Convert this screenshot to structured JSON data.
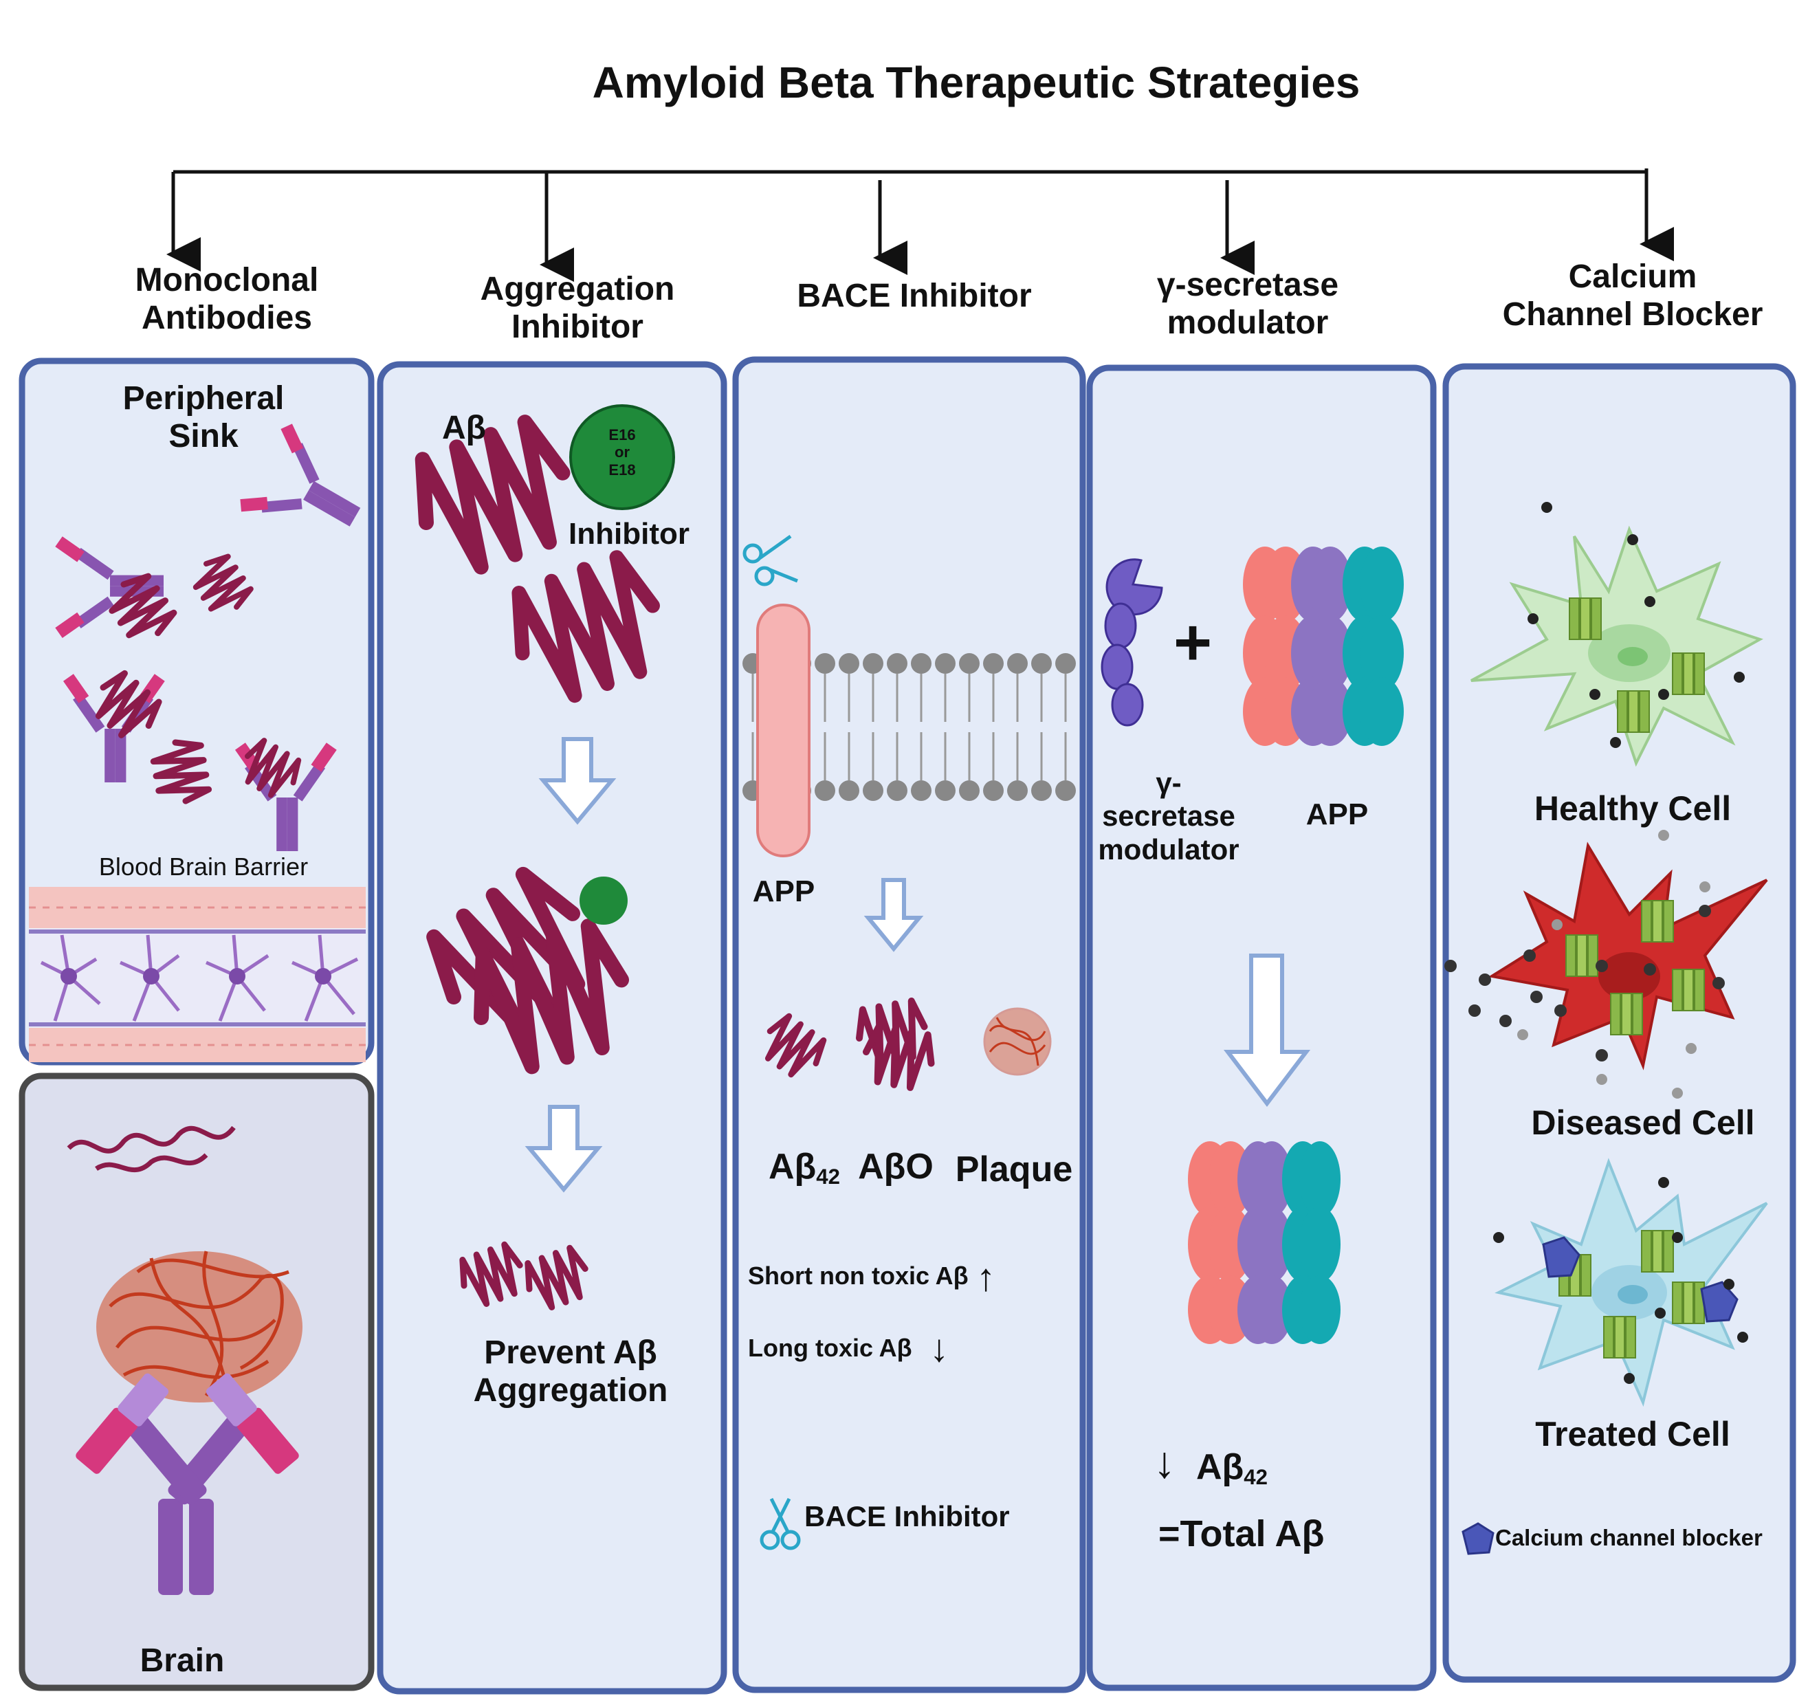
{
  "title": "Amyloid Beta Therapeutic Strategies",
  "strategies": [
    {
      "heading_1": "Monoclonal",
      "heading_2": "Antibodies"
    },
    {
      "heading_1": "Aggregation",
      "heading_2": "Inhibitor"
    },
    {
      "heading_1": "BACE Inhibitor",
      "heading_2": ""
    },
    {
      "heading_1": "γ-secretase",
      "heading_2": "modulator"
    },
    {
      "heading_1": "Calcium",
      "heading_2": "Channel Blocker"
    }
  ],
  "monoclonal": {
    "sink_1": "Peripheral",
    "sink_2": "Sink",
    "bbb": "Blood Brain Barrier",
    "brain": "Brain"
  },
  "aggregation": {
    "abeta": "Aβ",
    "inhibitor_tag_1": "E16",
    "inhibitor_tag_2": "or",
    "inhibitor_tag_3": "E18",
    "inhibitor": "Inhibitor",
    "result_1": "Prevent Aβ",
    "result_2": "Aggregation"
  },
  "bace": {
    "app": "APP",
    "ab42": "Aβ",
    "ab42_sub": "42",
    "abo": "AβO",
    "plaque": "Plaque",
    "short": "Short non toxic Aβ",
    "long": "Long toxic Aβ",
    "legend": "BACE Inhibitor"
  },
  "gamma": {
    "plus": "+",
    "mod_1": "γ-",
    "mod_2": "secretase",
    "mod_3": "modulator",
    "app": "APP",
    "ab42": "Aβ",
    "ab42_sub": "42",
    "total": "=Total Aβ"
  },
  "calcium": {
    "healthy": "Healthy Cell",
    "diseased": "Diseased Cell",
    "treated": "Treated Cell",
    "legend": "Calcium channel blocker"
  },
  "colors": {
    "panel_border": "#4a63a8",
    "panel_fill": "#e4ebf8",
    "brain_border": "#4a4a4a",
    "brain_fill": "#dcdfee",
    "fibril": "#8b1b4a",
    "inhibitor_green": "#1f8a3a",
    "app_pink": "#f6b3b3",
    "plaque_red": "#c33a1e",
    "antibody_purple": "#8855b0",
    "antibody_pink": "#d6387e",
    "healthy_cell": "#cdeac6",
    "diseased_cell": "#cf2b2b",
    "treated_cell": "#bde3ee",
    "channel_green": "#8ab84a",
    "blocker_blue": "#4a57b8"
  }
}
